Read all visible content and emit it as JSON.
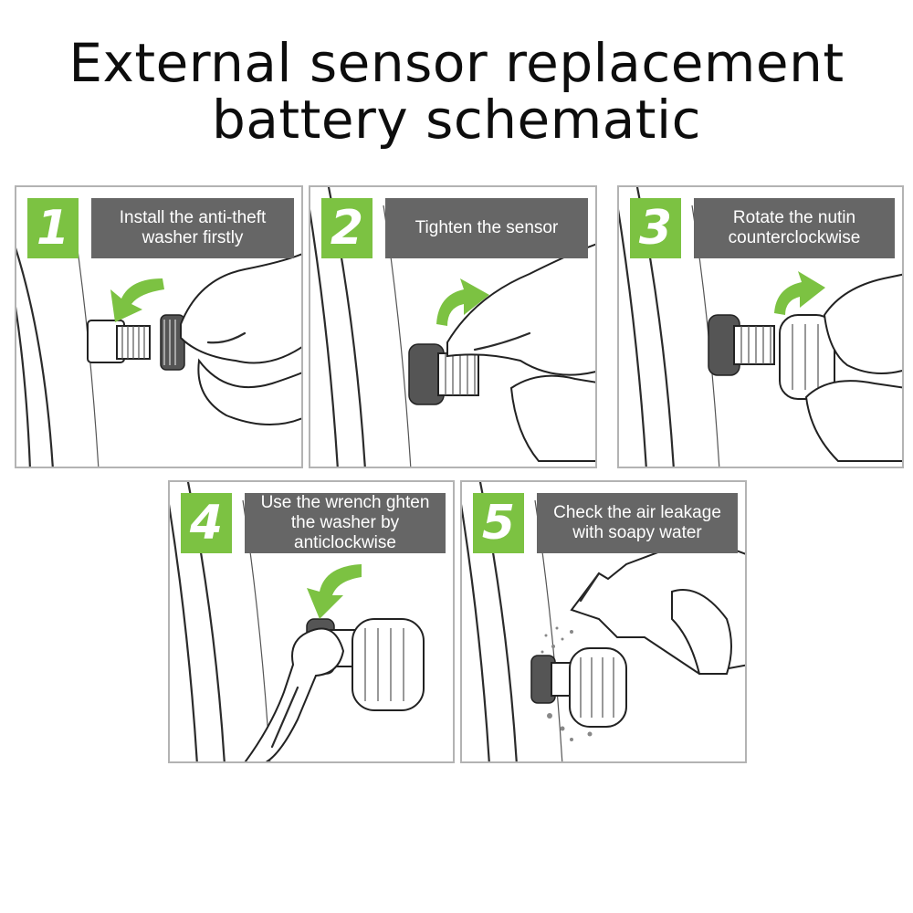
{
  "title_line1": "External sensor replacement",
  "title_line2": "battery schematic",
  "steps": [
    {
      "number": "1",
      "text": "Install the anti-theft washer firstly"
    },
    {
      "number": "2",
      "text": "Tighten the sensor"
    },
    {
      "number": "3",
      "text": "Rotate the nutin counterclockwise"
    },
    {
      "number": "4",
      "text": "Use the wrench ghten the washer by anticlockwise"
    },
    {
      "number": "5",
      "text": "Check the air leakage with soapy water"
    }
  ],
  "colors": {
    "accent_green": "#7cc242",
    "label_grey": "#666666",
    "border": "#b3b3b3"
  }
}
